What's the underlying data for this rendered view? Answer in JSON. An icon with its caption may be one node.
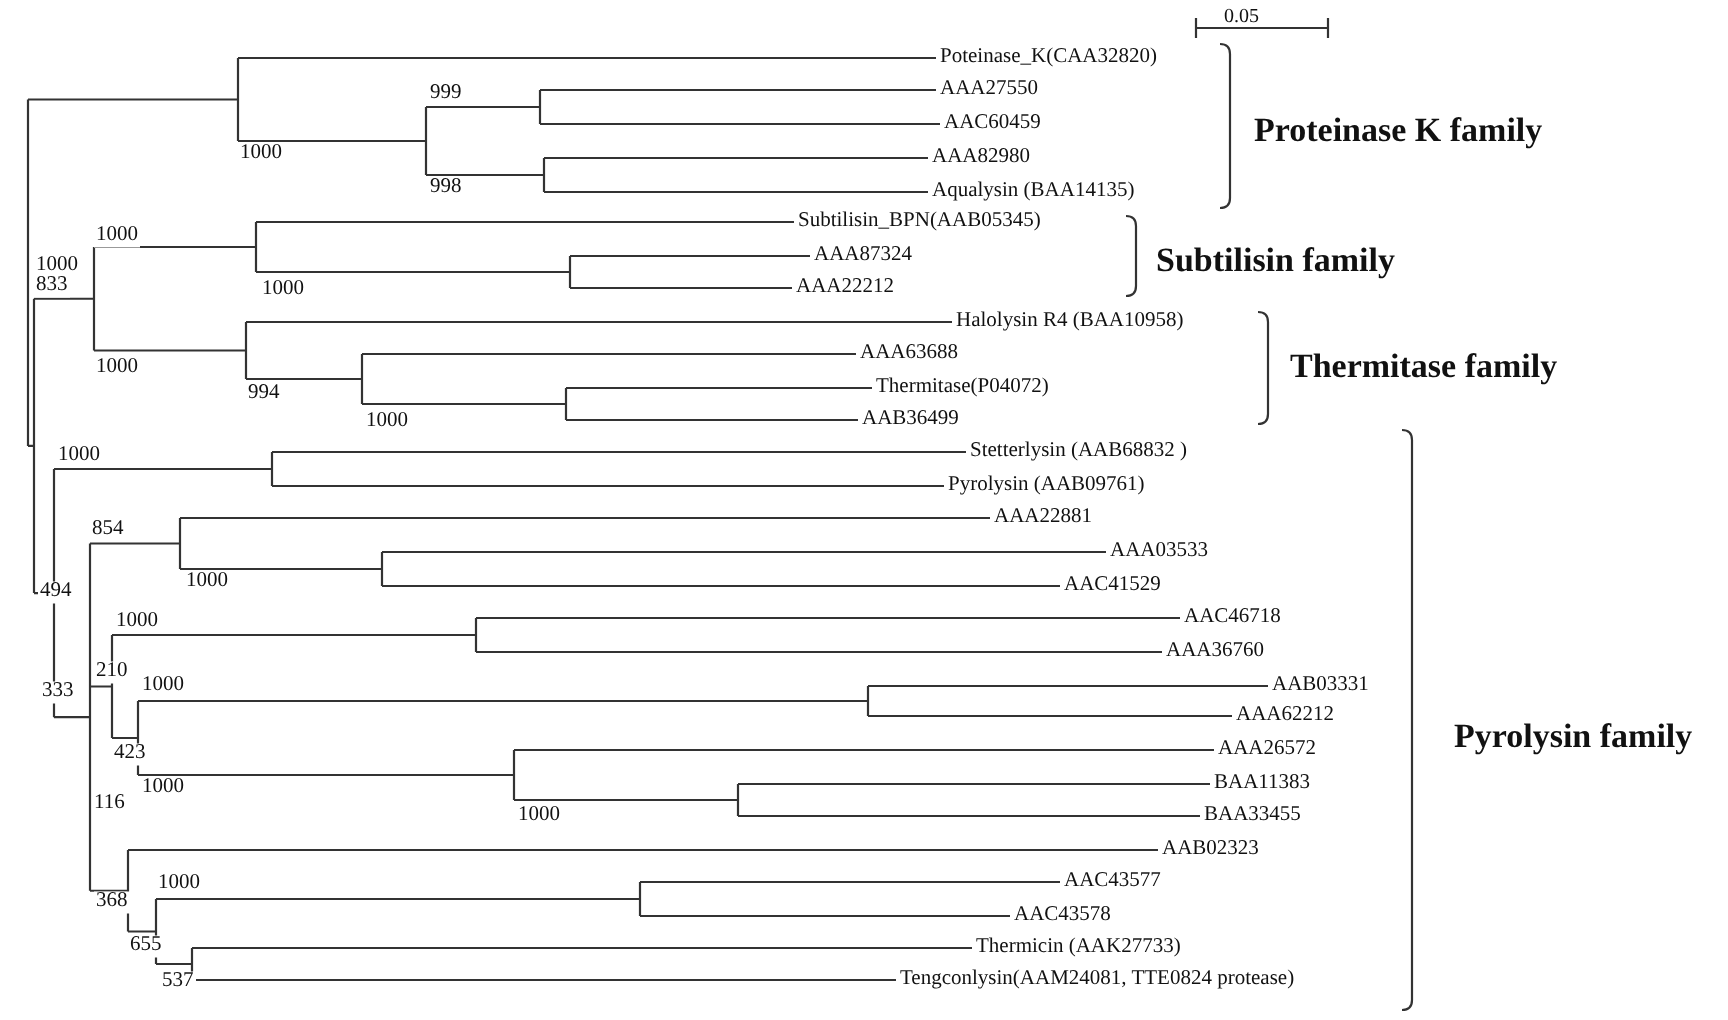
{
  "diagram": {
    "labels": [
      "0.05",
      "Poteinase_K(CAA32820)",
      "AAA27550",
      "999",
      "AAC60459",
      "Proteinase K family",
      "1000",
      "AAA82980",
      "998",
      "Aqualysin (BAA14135)",
      "Subtilisin_BPN(AAB05345)",
      "1000",
      "AAA87324",
      "Subtilisin family",
      "1000",
      "833",
      "1000",
      "AAA22212",
      "Halolysin R4 (BAA10958)",
      "AAA63688",
      "Thermitase family",
      "1000",
      "Thermitase(P04072)",
      "994",
      "AAB36499",
      "1000",
      "Stetterlysin (AAB68832 )",
      "1000",
      "Pyrolysin (AAB09761)",
      "AAA22881",
      "854",
      "AAA03533",
      "1000",
      "494",
      "AAC41529",
      "AAC46718",
      "1000",
      "AAA36760",
      "210",
      "333",
      "AAB03331",
      "1000",
      "AAA62212",
      "Pyrolysin family",
      "AAA26572",
      "423",
      "BAA11383",
      "1000",
      "116",
      "1000",
      "BAA33455",
      "AAB02323",
      "1000",
      "AAC43577",
      "368",
      "AAC43578",
      "655",
      "Thermicin (AAK27733)",
      "537",
      "Tengconlysin(AAM24081, TTE0824 protease)"
    ]
  }
}
